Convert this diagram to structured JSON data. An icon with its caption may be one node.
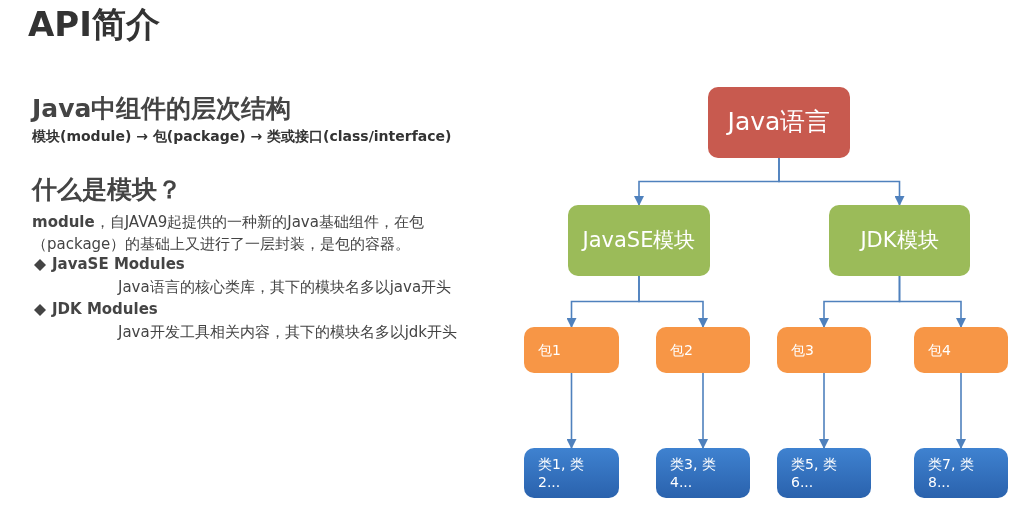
{
  "diagram": {
    "title": "API简介",
    "nodes": [
      {
        "text": [
          "Java语言"
        ]
      },
      {
        "text": [
          "JavaSE模块"
        ]
      },
      {
        "text": [
          "JDK模块"
        ]
      },
      {
        "text": [
          "包1"
        ]
      },
      {
        "text": [
          "包2"
        ]
      },
      {
        "text": [
          "包3"
        ]
      },
      {
        "text": [
          "包4"
        ]
      },
      {
        "text": [
          "类1, 类2..."
        ]
      },
      {
        "text": [
          "类3, 类4..."
        ]
      },
      {
        "text": [
          "类5, 类6..."
        ]
      },
      {
        "text": [
          "类7, 类8..."
        ]
      }
    ],
    "edges": [
      {
        "from": 0,
        "to": 1,
        "arrow": "to"
      },
      {
        "from": 0,
        "to": 2,
        "arrow": "to"
      },
      {
        "from": 1,
        "to": 3,
        "arrow": "to"
      },
      {
        "from": 1,
        "to": 4,
        "arrow": "to"
      },
      {
        "from": 2,
        "to": 5,
        "arrow": "to"
      },
      {
        "from": 2,
        "to": 6,
        "arrow": "to"
      },
      {
        "from": 3,
        "to": 7,
        "arrow": "to"
      },
      {
        "from": 4,
        "to": 8,
        "arrow": "to"
      },
      {
        "from": 5,
        "to": 9,
        "arrow": "to"
      },
      {
        "from": 6,
        "to": 10,
        "arrow": "to"
      }
    ],
    "labels": [
      "Java中组件的层次结构",
      "模块(module) → 包(package) → 类或接口(class/interface)",
      "什么是模块？",
      "**module**，自JAVA9起提供的一种新的Java基础组件，在包（package）的基础上又进行了一层封装，是包的容器。",
      "JavaSE Modules",
      "Java语言的核心类库，其下的模块名多以java开头",
      "JDK Modules",
      "Java开发工具相关内容，其下的模块名多以jdk开头"
    ]
  }
}
